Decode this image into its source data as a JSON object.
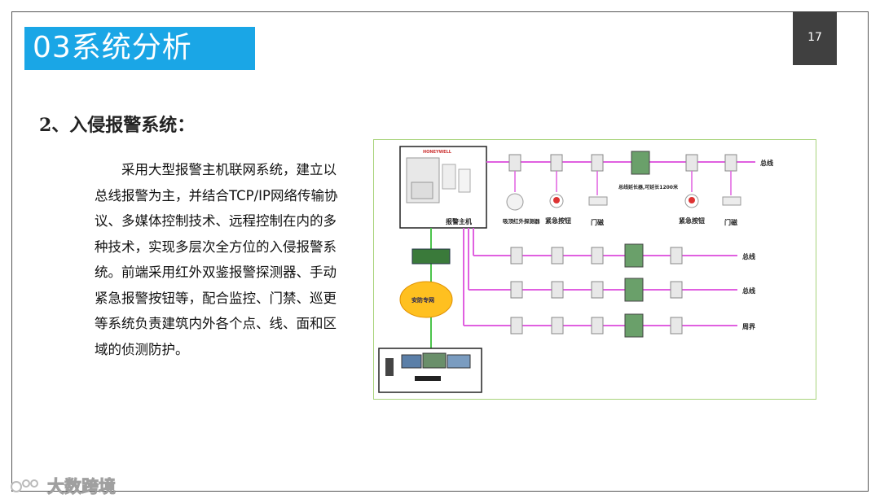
{
  "slide": {
    "title": "03系统分析",
    "page_number": "17",
    "subheading": "2、入侵报警系统：",
    "body": "采用大型报警主机联网系统，建立以总线报警为主，并结合TCP/IP网络传输协议、多媒体控制技术、远程控制在内的多种技术，实现多层次全方位的入侵报警系统。前端采用红外双鉴报警探测器、手动紧急报警按钮等，配合监控、门禁、巡更等系统负责建筑内外各个点、线、面和区域的侦测防护。"
  },
  "diagram": {
    "host_label": "报警主机",
    "brand_label": "HONEYWELL",
    "network_label": "安防专网",
    "bus_labels": [
      "总线",
      "总线",
      "总线",
      "周界"
    ],
    "devices": [
      {
        "label": "吸顶红外探测器"
      },
      {
        "label": "紧急按钮"
      },
      {
        "label": "门磁"
      },
      {
        "label": "总线延长器,可延长1200米"
      },
      {
        "label": "紧急按钮"
      },
      {
        "label": "门磁"
      }
    ],
    "colors": {
      "bus_line": "#e060e0",
      "network_line": "#4cc44c",
      "cloud": "#ffc020",
      "border": "#a8d37a"
    }
  },
  "watermark": {
    "text": "大数跨境",
    "icon": "logo-icon"
  }
}
